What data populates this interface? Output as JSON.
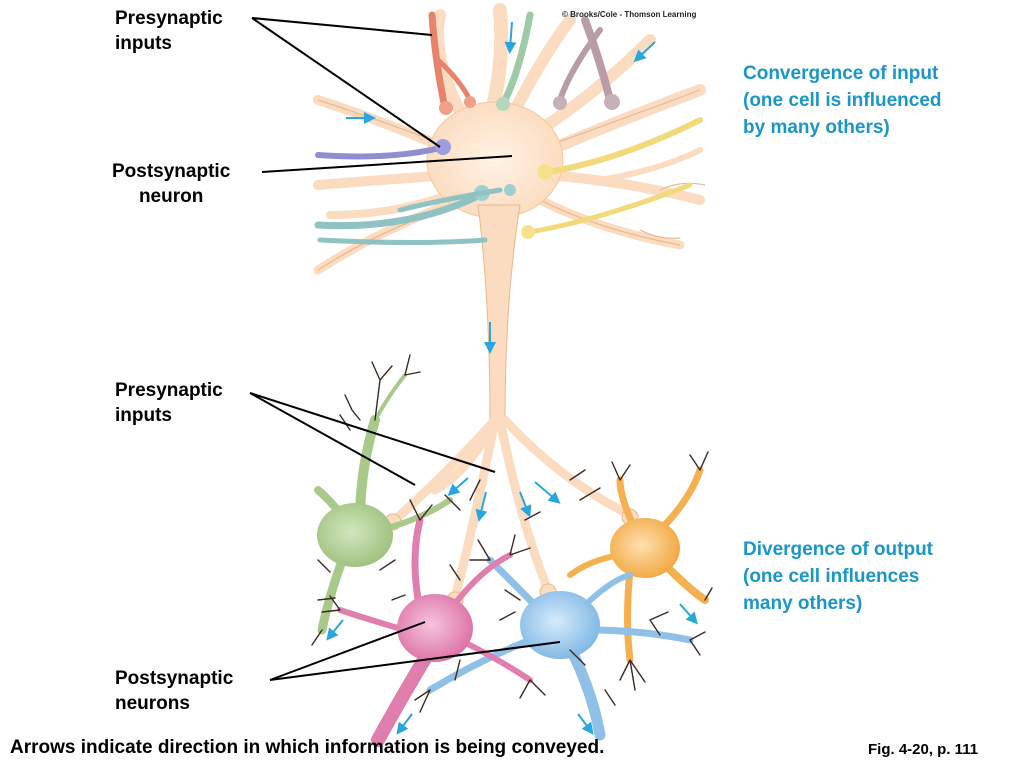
{
  "labels": {
    "presynaptic_top": [
      "Presynaptic",
      "inputs"
    ],
    "postsynaptic_top": [
      "Postsynaptic",
      "neuron"
    ],
    "presynaptic_bottom": [
      "Presynaptic",
      "inputs"
    ],
    "postsynaptic_bottom": [
      "Postsynaptic",
      "neurons"
    ]
  },
  "convergence": [
    "Convergence of input",
    "(one cell is influenced",
    "by many others)"
  ],
  "divergence": [
    "Divergence of output",
    "(one cell influences",
    "many others)"
  ],
  "credit": "© Brooks/Cole - Thomson Learning",
  "caption": "Arrows indicate direction in which information is being conveyed.",
  "figure_ref": "Fig. 4-20, p. 111",
  "colors": {
    "neuron_top": "#fbdcc0",
    "neuron_top_outline": "#e8b890",
    "green_neuron": "#a9c98a",
    "pink_neuron": "#e07fae",
    "blue_neuron": "#8fc0e8",
    "orange_neuron": "#f5b050",
    "arrow": "#27a6df",
    "label_blue": "#1a96c8"
  }
}
